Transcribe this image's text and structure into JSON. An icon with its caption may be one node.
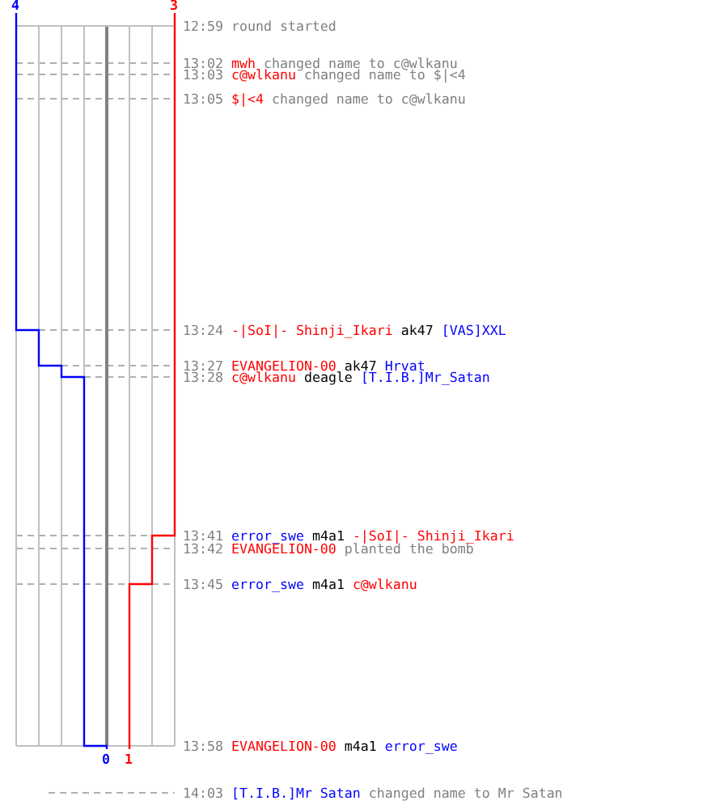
{
  "diagram": {
    "labels": [
      "4",
      "3",
      "12:59",
      "round started",
      "13:02",
      "mwh",
      "changed name to c@wlkanu",
      "13:03",
      "c@wlkanu",
      "changed name to $|<4",
      "13:05",
      "$|<4",
      "changed name to c@wlkanu",
      "13:24",
      "-|SoI|- Shinji_Ikari",
      "ak47",
      "[VAS]XXL",
      "13:27",
      "EVANGELION-00",
      "ak47",
      "Hrvat",
      "13:28",
      "c@wlkanu",
      "deagle",
      "[T.I.B.]Mr_Satan",
      "13:41",
      "error_swe",
      "m4a1",
      "-|SoI|- Shinji_Ikari",
      "13:42",
      "EVANGELION-00",
      "planted the bomb",
      "13:45",
      "error_swe",
      "m4a1",
      "c@wlkanu",
      "0",
      "1",
      "13:58",
      "EVANGELION-00",
      "m4a1",
      "error_swe",
      "14:03",
      "[T.I.B.]Mr Satan",
      "changed name to Mr Satan"
    ]
  }
}
